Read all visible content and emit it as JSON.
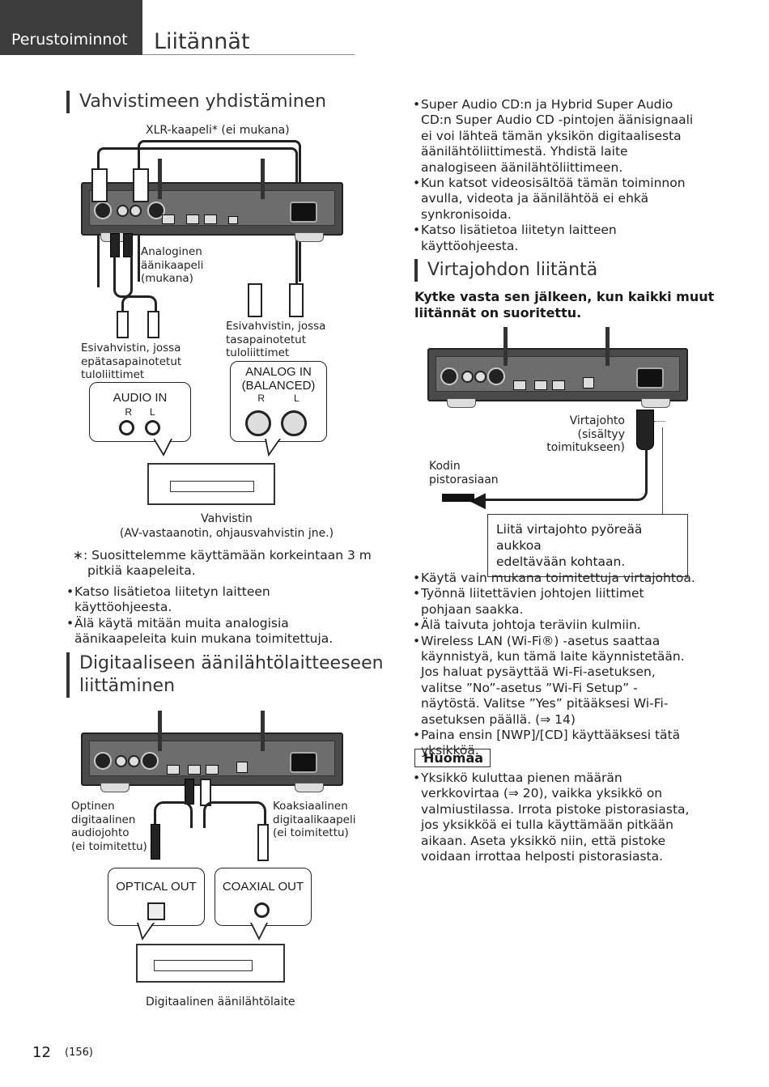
{
  "header": {
    "tab_label": "Perustoiminnot",
    "title": "Liitännät"
  },
  "amp_section": {
    "title": "Vahvistimeen yhdistäminen",
    "xlr_cable_label": "XLR-kaapeli* (ei mukana)",
    "analog_cable_label": [
      "Analoginen",
      "äänikaapeli",
      "(mukana)"
    ],
    "unbalanced_label": [
      "Esivahvistin, jossa",
      "epätasapainotetut",
      "tuloliittimet"
    ],
    "balanced_label": [
      "Esivahvistin, jossa",
      "tasapainotetut",
      "tuloliittimet"
    ],
    "audio_in": "AUDIO IN",
    "analog_in": [
      "ANALOG IN",
      "(BALANCED)"
    ],
    "r": "R",
    "l": "L",
    "amplifier_label": [
      "Vahvistin",
      "(AV-vastaanotin, ohjausvahvistin jne.)"
    ],
    "footnote_mark": "∗:",
    "footnote": [
      "Suosittelemme käyttämään korkeintaan 3 m",
      "pitkiä kaapeleita."
    ],
    "bullets": [
      "Katso lisätietoa liitetyn laitteen käyttöohjeesta.",
      "Älä käytä mitään muita analogisia äänikaapeleita kuin mukana toimitettuja."
    ]
  },
  "digital_section": {
    "title": [
      "Digitaaliseen äänilähtölaitteeseen",
      "liittäminen"
    ],
    "optical_label": [
      "Optinen",
      "digitaalinen",
      "audiojohto",
      "(ei toimitettu)"
    ],
    "coaxial_label": [
      "Koaksiaalinen",
      "digitaalikaapeli",
      "(ei toimitettu)"
    ],
    "optical_out": "OPTICAL OUT",
    "coaxial_out": "COAXIAL OUT",
    "device_label": "Digitaalinen äänilähtölaite"
  },
  "right_top_bullets": [
    "Super Audio CD:n ja Hybrid Super Audio CD:n Super Audio CD -pintojen äänisignaali ei voi lähteä tämän yksikön digitaalisesta äänilähtöliittimestä. Yhdistä laite analogiseen äänilähtöliittimeen.",
    "Kun katsot videosisältöä tämän toiminnon avulla, videota ja äänilähtöä ei ehkä synkronisoida.",
    "Katso lisätietoa liitetyn laitteen käyttöohjeesta."
  ],
  "power_section": {
    "title": "Virtajohdon liitäntä",
    "intro": [
      "Kytke vasta sen jälkeen, kun kaikki muut",
      "liitännät on suoritettu."
    ],
    "cord_label": [
      "Virtajohto",
      "(sisältyy toimitukseen)"
    ],
    "outlet_label": [
      "Kodin",
      "pistorasiaan"
    ],
    "callout": [
      "Liitä virtajohto pyöreää aukkoa",
      "edeltävään kohtaan."
    ],
    "bullets": [
      "Käytä vain mukana toimitettuja virtajohtoa.",
      "Työnnä liitettävien johtojen liittimet pohjaan saakka.",
      "Älä taivuta johtoja teräviin kulmiin.",
      "Wireless LAN (Wi-Fi®) -asetus saattaa käynnistyä, kun tämä laite käynnistetään. Jos haluat pysäyttää Wi-Fi-asetuksen, valitse ”No”-asetus ”Wi-Fi Setup” -näytöstä. Valitse ”Yes” pitääksesi Wi-Fi-asetuksen päällä. (⇒ 14)",
      "Paina ensin [NWP]/[CD] käyttääksesi tätä yksikköä."
    ],
    "note_heading": "Huomaa",
    "note_bullets": [
      "Yksikkö kuluttaa pienen määrän verkkovirtaa (⇒ 20), vaikka yksikkö on valmiustilassa. Irrota pistoke pistorasiasta, jos yksikköä ei tulla käyttämään pitkään aikaan. Aseta yksikkö niin, että pistoke voidaan irrottaa helposti pistorasiasta."
    ]
  },
  "footer": {
    "page_number": "12",
    "sub_number": "(156)"
  }
}
